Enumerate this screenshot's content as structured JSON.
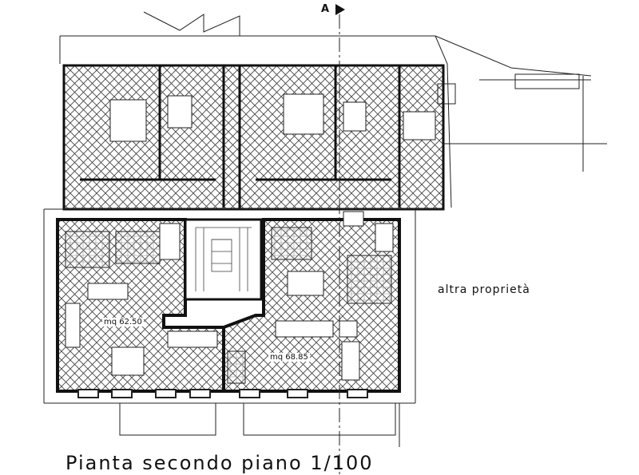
{
  "title": "Pianta secondo piano 1/100",
  "neighbor_label": "altra proprietà",
  "section_marker": "A",
  "units": [
    {
      "area_label": "mq  62.50"
    },
    {
      "area_label": "mq  68.85"
    }
  ],
  "colors": {
    "ink": "#1a1a1a",
    "hatch": "#555555",
    "paper": "#ffffff"
  }
}
